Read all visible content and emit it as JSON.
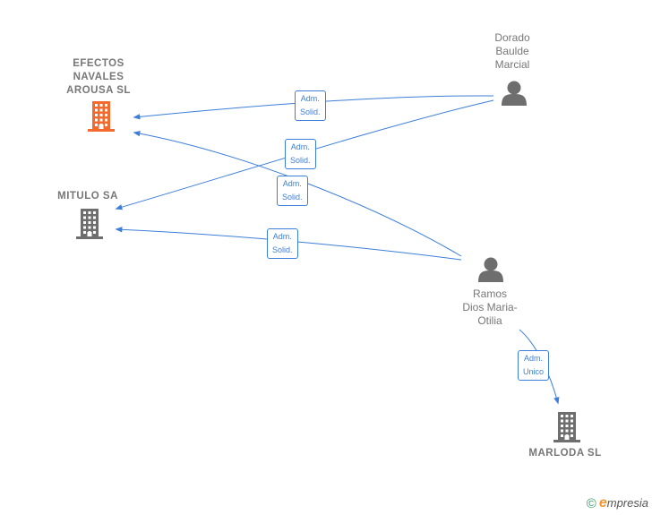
{
  "nodes": {
    "efectos": {
      "label": "EFECTOS\nNAVALES\nAROUSA  SL",
      "kind": "company",
      "highlight": true
    },
    "mitulo": {
      "label": "MITULO SA",
      "kind": "company",
      "highlight": false
    },
    "marloda": {
      "label": "MARLODA  SL",
      "kind": "company",
      "highlight": false
    },
    "dorado": {
      "label": "Dorado\nBaulde\nMarcial",
      "kind": "person"
    },
    "ramos": {
      "label": "Ramos\nDios Maria-\nOtilia",
      "kind": "person"
    }
  },
  "edges": [
    {
      "from": "dorado",
      "to": "efectos",
      "label": "Adm.\nSolid."
    },
    {
      "from": "dorado",
      "to": "mitulo",
      "label": "Adm.\nSolid."
    },
    {
      "from": "ramos",
      "to": "efectos",
      "label": "Adm.\nSolid."
    },
    {
      "from": "ramos",
      "to": "mitulo",
      "label": "Adm.\nSolid."
    },
    {
      "from": "ramos",
      "to": "marloda",
      "label": "Adm.\nUnico"
    }
  ],
  "colors": {
    "edge": "#3d7fd8",
    "company_highlight": "#f26a2e",
    "company": "#6e6e6e",
    "person": "#6e6e6e"
  },
  "footer": {
    "copyright": "©",
    "brand_first": "e",
    "brand_rest": "mpresia"
  }
}
